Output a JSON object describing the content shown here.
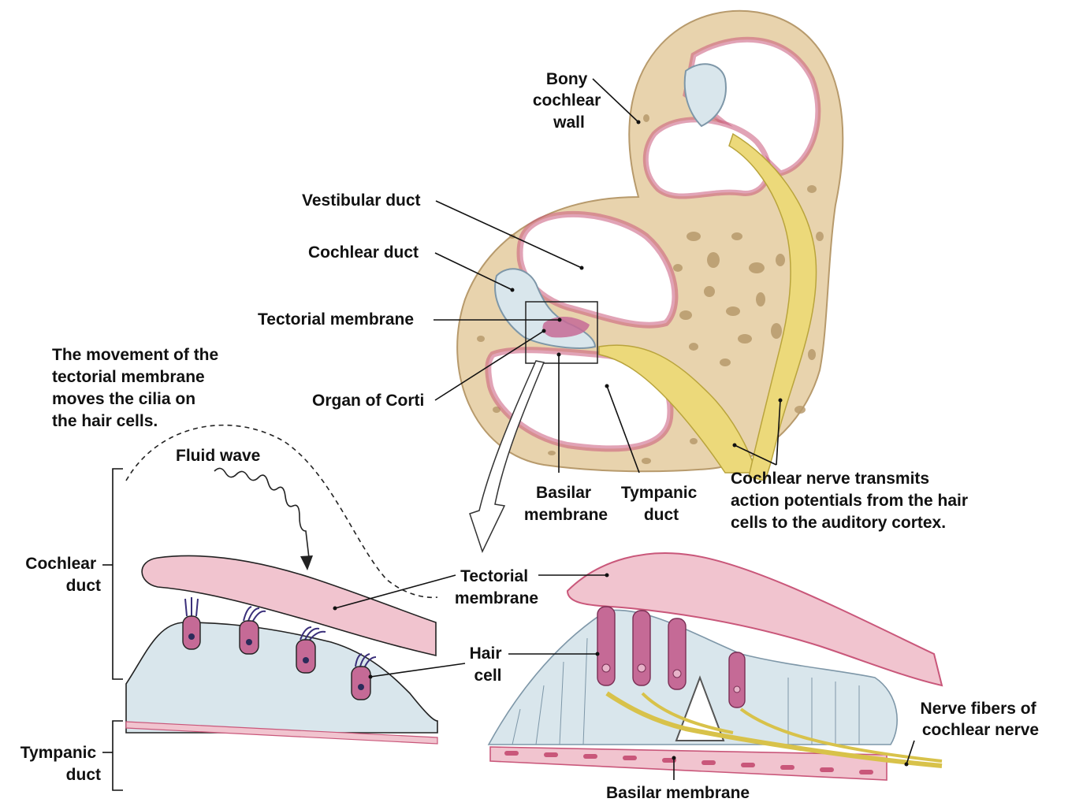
{
  "colors": {
    "bone": "#e8d3ad",
    "bone_pore": "#b79a6c",
    "membrane_pink": "#f1c4cf",
    "membrane_edge": "#c9577a",
    "duct_blue": "#d9e6ec",
    "hair_cell": "#c56a96",
    "nerve_yellow": "#ecd97a"
  },
  "labels": {
    "bony_wall": [
      "Bony",
      "cochlear",
      "wall"
    ],
    "vestibular_duct": "Vestibular duct",
    "cochlear_duct": "Cochlear duct",
    "tectorial_membrane_top": "Tectorial membrane",
    "organ_of_corti": "Organ of Corti",
    "movement_note": [
      "The movement of the",
      "tectorial membrane",
      "moves the cilia on",
      "the hair cells."
    ],
    "fluid_wave": "Fluid wave",
    "basilar_membrane_top": [
      "Basilar",
      "membrane"
    ],
    "tympanic_duct_top": [
      "Tympanic",
      "duct"
    ],
    "nerve_note": [
      "Cochlear nerve transmits",
      "action potentials from the hair",
      "cells to the auditory cortex."
    ],
    "cochlear_duct_left": [
      "Cochlear",
      "duct"
    ],
    "tympanic_duct_left": [
      "Tympanic",
      "duct"
    ],
    "tectorial_membrane_mid": [
      "Tectorial",
      "membrane"
    ],
    "hair_cell": [
      "Hair",
      "cell"
    ],
    "nerve_fibers": [
      "Nerve fibers of",
      "cochlear nerve"
    ],
    "basilar_membrane_bottom": "Basilar membrane"
  }
}
